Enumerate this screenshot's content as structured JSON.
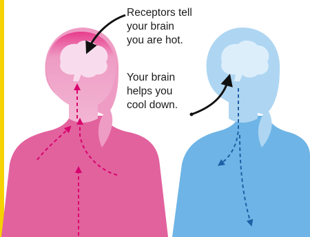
{
  "captions": {
    "hot": [
      "Receptors tell",
      "your brain",
      "you are hot."
    ],
    "cool": [
      "Your brain",
      "helps you",
      "cool down."
    ]
  },
  "colors": {
    "edge": "#f5d200",
    "hot_body": "#e2629e",
    "hot_head": "#ee9cc4",
    "hot_brain": "#f8dced",
    "hot_arrow": "#d8006d",
    "cool_body": "#6eb4e6",
    "cool_head": "#aed6f2",
    "cool_brain": "#ddeefb",
    "cool_arrow": "#1f5fa5",
    "pointer": "#111111"
  },
  "icons": {
    "hot_figure": "person-silhouette",
    "cool_figure": "person-silhouette",
    "brain": "brain-icon"
  }
}
